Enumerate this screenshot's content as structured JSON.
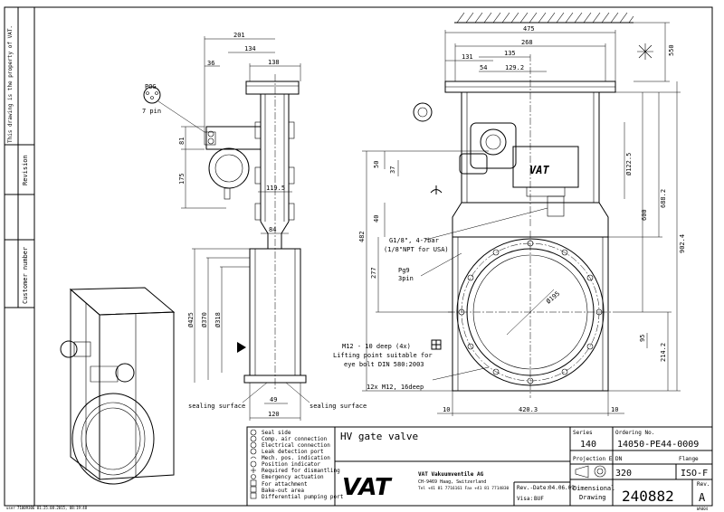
{
  "margin": {
    "property": "This drawing is the property of VAT.",
    "revision": "Revision",
    "customer_number": "Customer number",
    "plot_stamp": "user 71009306 01.25.08.2015, 08:19:48"
  },
  "side_view": {
    "dims": [
      "201",
      "134",
      "36",
      "138",
      "81",
      "175",
      "119.5",
      "84",
      "Ø425",
      "Ø370",
      "Ø318",
      "49",
      "120"
    ],
    "pog_label": "POG",
    "pog_pins": "7 pin",
    "seal_left": "sealing surface",
    "seal_right": "sealing surface"
  },
  "front_view": {
    "dims_top": [
      "475",
      "268",
      "135",
      "131",
      "54",
      "129.2"
    ],
    "dim_550": "550",
    "dims_left": [
      "50",
      "37",
      "40",
      "482",
      "277"
    ],
    "dims_right": [
      "Ø122.5",
      "600",
      "688.2",
      "902.4",
      "95",
      "214.2"
    ],
    "dims_bottom": [
      "10",
      "420.3",
      "10"
    ],
    "dia_195": "Ø195",
    "air": [
      "G1/8\", 4-7bar",
      "(1/8\"NPT for USA)"
    ],
    "pg9": [
      "Pg9",
      "3pin"
    ],
    "lifting": [
      "M12 - 10 deep (4x)",
      "Lifting point suitable for",
      "eye bolt DIN 580:2003"
    ],
    "bolts": "12x M12, 16deep"
  },
  "legend": [
    "Seal side",
    "Comp. air connection",
    "Electrical connection",
    "Leak detection port",
    "Mech. pos. indication",
    "Position indicator",
    "Required for dismantling",
    "Emergency actuation",
    "For attachment",
    "Bake-out area",
    "Differential pumping port"
  ],
  "title_block": {
    "title": "HV gate valve",
    "logo": "VAT",
    "company": "VAT Vakuumventile AG",
    "address": "CH-9469 Haag, Switzerland",
    "phone": "Tel +41 81 7716161 Fax +41 81 7714830",
    "rev_date_label": "Rev.-Date:",
    "rev_date": "04.06.09",
    "visa_label": "Visa:",
    "visa": "BUF",
    "series_label": "Series",
    "series": "140",
    "ordering_label": "Ordering No.",
    "ordering": "14050-PE44-0009",
    "projection_label": "Projection E",
    "dn_label": "DN",
    "dn": "320",
    "flange_label": "Flange",
    "flange": "ISO-F",
    "dimensional": "Dimensional",
    "drawing": "Drawing",
    "drawing_no": "240882",
    "rev_label": "Rev.",
    "rev": "A",
    "paper": "WA004"
  }
}
